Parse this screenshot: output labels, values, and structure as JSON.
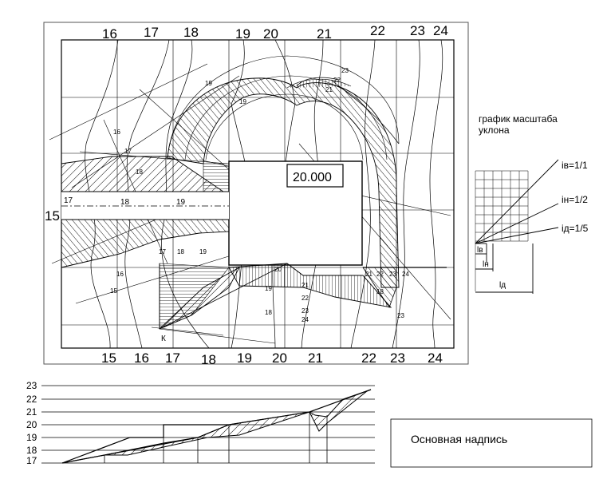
{
  "plan": {
    "top_labels": [
      "16",
      "17",
      "18",
      "19",
      "20",
      "21",
      "22",
      "23",
      "24"
    ],
    "bottom_labels": [
      "15",
      "16",
      "17",
      "18",
      "19",
      "20",
      "21",
      "22",
      "23",
      "24"
    ],
    "left_label": "15",
    "elevation": "20.000",
    "k_label": "К",
    "inner_labels": {
      "a16": "16",
      "a17": "17",
      "a18": "18",
      "a19": "19",
      "b17": "17",
      "b18": "18",
      "b19": "19",
      "c15": "15",
      "c16": "16",
      "c17": "17",
      "c18": "18",
      "c19": "19",
      "d18": "18",
      "d19": "19",
      "d20": "20",
      "e21": "21",
      "e22": "22",
      "e23": "23",
      "f21": "21",
      "f22": "22",
      "f23": "23",
      "f24": "24",
      "g21": "21",
      "g22": "22",
      "g23": "23",
      "g24": "24",
      "h19": "19",
      "h18": "18",
      "h23": "23"
    }
  },
  "scale_chart": {
    "title_line1": "график масштаба",
    "title_line2": "уклона",
    "slopes": [
      "iв=1/1",
      "iн=1/2",
      "iд=1/5"
    ],
    "dims": [
      "lв",
      "lн",
      "lд"
    ]
  },
  "profile": {
    "levels": [
      "23",
      "22",
      "21",
      "20",
      "19",
      "18",
      "17"
    ]
  },
  "title_block": {
    "label": "Основная надпись"
  },
  "colors": {
    "line": "#000000",
    "frame": "#555555"
  }
}
